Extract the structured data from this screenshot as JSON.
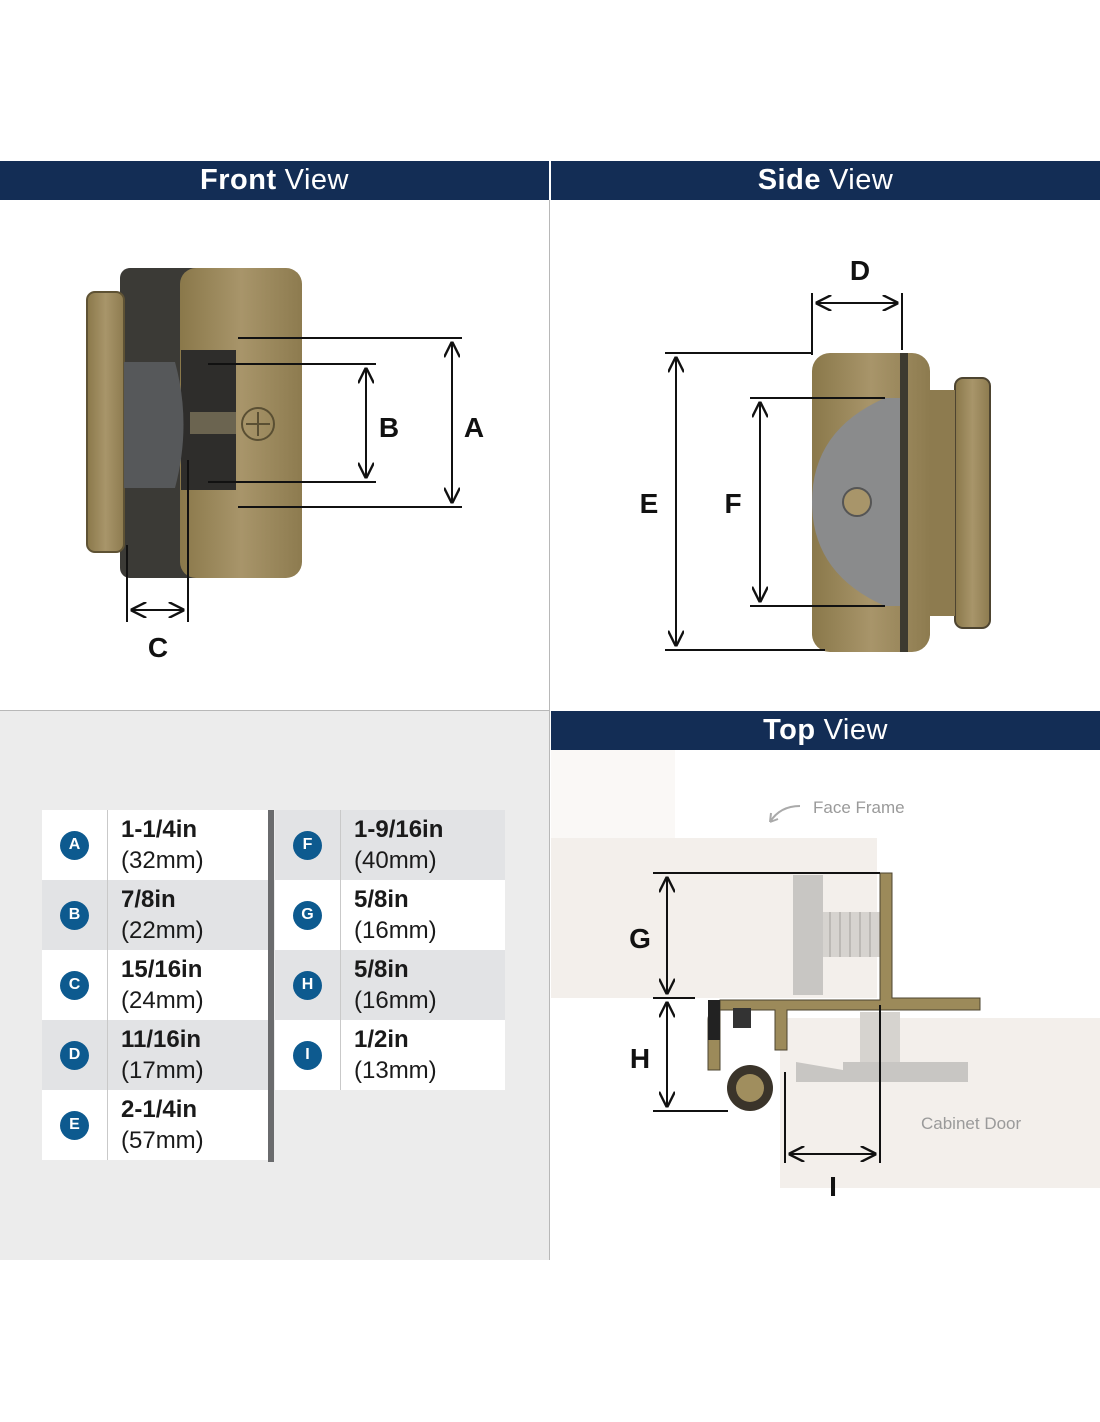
{
  "views": {
    "front": {
      "bold": "Front",
      "rest": "View",
      "labels": {
        "a": "A",
        "b": "B",
        "c": "C"
      }
    },
    "side": {
      "bold": "Side",
      "rest": "View",
      "labels": {
        "d": "D",
        "e": "E",
        "f": "F"
      }
    },
    "top": {
      "bold": "Top",
      "rest": "View",
      "labels": {
        "g": "G",
        "h": "H",
        "i": "I"
      },
      "face_frame": "Face Frame",
      "cabinet_door": "Cabinet Door"
    }
  },
  "dimensions": [
    {
      "key": "A",
      "inches": "1-1/4in",
      "mm": "(32mm)"
    },
    {
      "key": "B",
      "inches": "7/8in",
      "mm": "(22mm)"
    },
    {
      "key": "C",
      "inches": "15/16in",
      "mm": "(24mm)"
    },
    {
      "key": "D",
      "inches": "11/16in",
      "mm": "(17mm)"
    },
    {
      "key": "E",
      "inches": "2-1/4in",
      "mm": "(57mm)"
    },
    {
      "key": "F",
      "inches": "1-9/16in",
      "mm": "(40mm)"
    },
    {
      "key": "G",
      "inches": "5/8in",
      "mm": "(16mm)"
    },
    {
      "key": "H",
      "inches": "5/8in",
      "mm": "(16mm)"
    },
    {
      "key": "I",
      "inches": "1/2in",
      "mm": "(13mm)"
    }
  ],
  "colors": {
    "header": "#132d55",
    "badge": "#0d5a8f",
    "brass": "#9c8a5a"
  }
}
